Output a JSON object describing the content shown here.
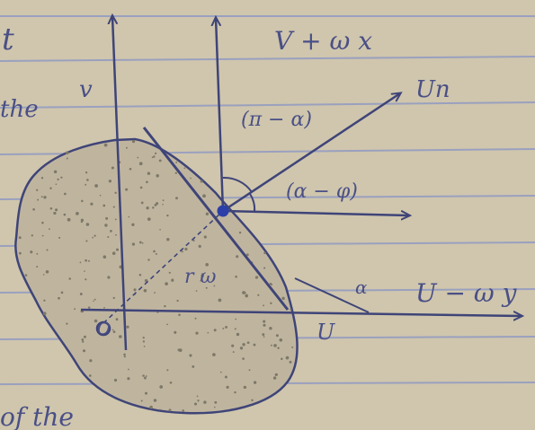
{
  "labels": {
    "margin_top": "t",
    "margin_mid": "the",
    "margin_bottom": "of the",
    "v": "v",
    "v_plus_omega_x": "V + ω x",
    "pi_minus_alpha": "(π − α)",
    "alpha_minus_phi": "(α − φ)",
    "un": "Un",
    "r_omega": "r ω",
    "origin": "O",
    "point_u": "U",
    "alpha": "α",
    "u_minus_omega_y": "U − ω y"
  },
  "colors": {
    "paper": "#cfc6ad",
    "ruled_line": "#9aa0bf",
    "ink": "#3f4478",
    "body_fill": "#bfb59f",
    "dot": "#7e7868",
    "contact_point": "#2c3fa8",
    "margin_text": "#6b6e86"
  }
}
